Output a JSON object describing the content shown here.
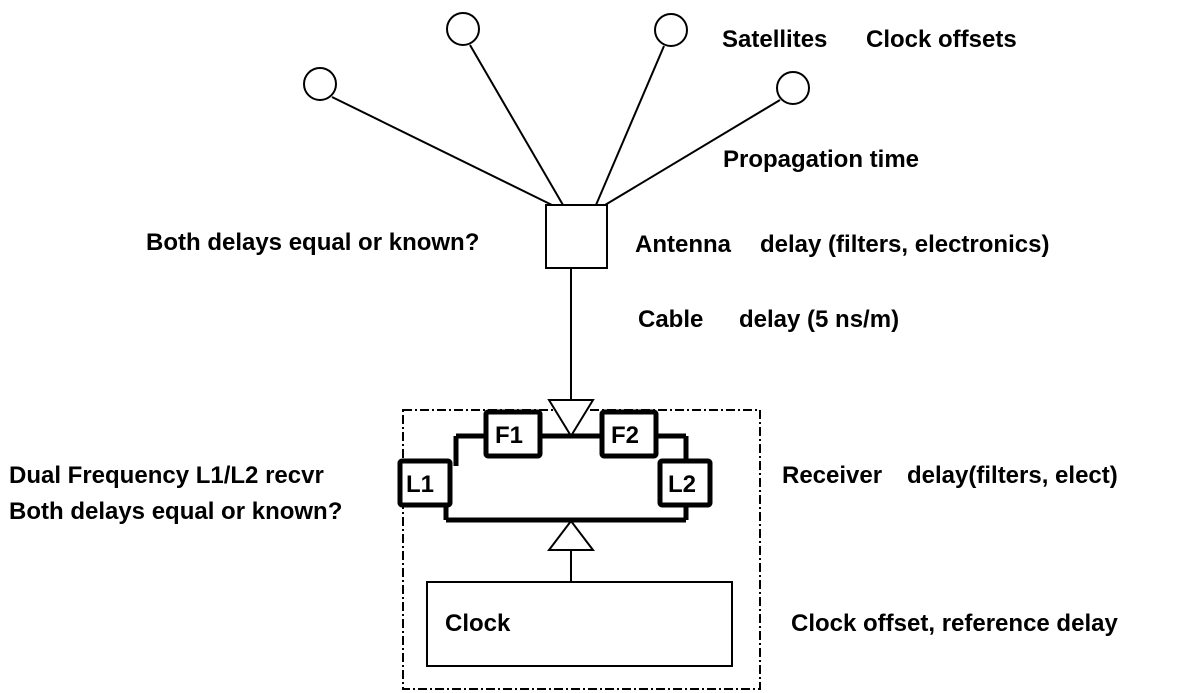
{
  "diagram": {
    "labels": {
      "satellites": "Satellites",
      "clock_offsets": "Clock offsets",
      "propagation_time": "Propagation time",
      "antenna_question": "Both delays equal or known?",
      "antenna_delay_name": "Antenna",
      "antenna_delay_desc": "delay (filters, electronics)",
      "cable_delay_name": "Cable",
      "cable_delay_desc": "delay (5 ns/m)",
      "receiver_type": "Dual Frequency L1/L2 recvr",
      "receiver_question": "Both delays equal or known?",
      "receiver_delay_name": "Receiver",
      "receiver_delay_desc": "delay(filters, elect)",
      "clock_offset_ref": "Clock offset, reference delay"
    },
    "blocks": {
      "f1": "F1",
      "f2": "F2",
      "l1": "L1",
      "l2": "L2",
      "clock": "Clock"
    }
  }
}
